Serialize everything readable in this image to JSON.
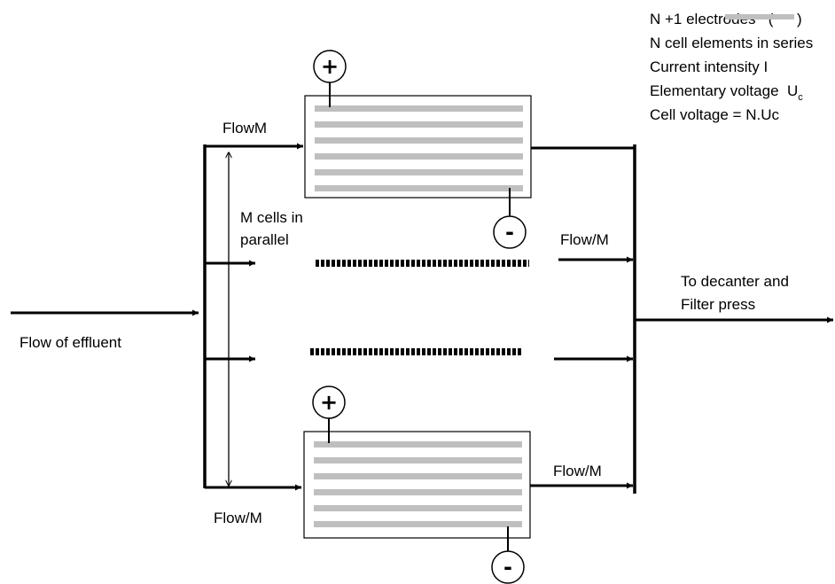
{
  "legend": {
    "line1_prefix": "N +1 electrodes   (",
    "line1_suffix": ")",
    "line2": "N cell elements in series",
    "line3": "Current intensity I",
    "line4_prefix": "Elementary voltage  U",
    "line4_sub": "c",
    "line5": "Cell voltage =  N.Uc"
  },
  "labels": {
    "flow_top": "FlowM",
    "m_cells_line1": "M cells in",
    "m_cells_line2": "parallel",
    "flow_out_mid": "Flow/M",
    "to_decanter_line1": "To decanter and",
    "to_decanter_line2": "Filter press",
    "flow_of_effluent": "Flow of effluent",
    "flow_out_bottom": "Flow/M",
    "flow_bottom_in": "Flow/M"
  },
  "terminals": {
    "plus": "+",
    "minus": "-"
  },
  "colors": {
    "electrode": "#bfbfbf",
    "line": "#000000"
  }
}
